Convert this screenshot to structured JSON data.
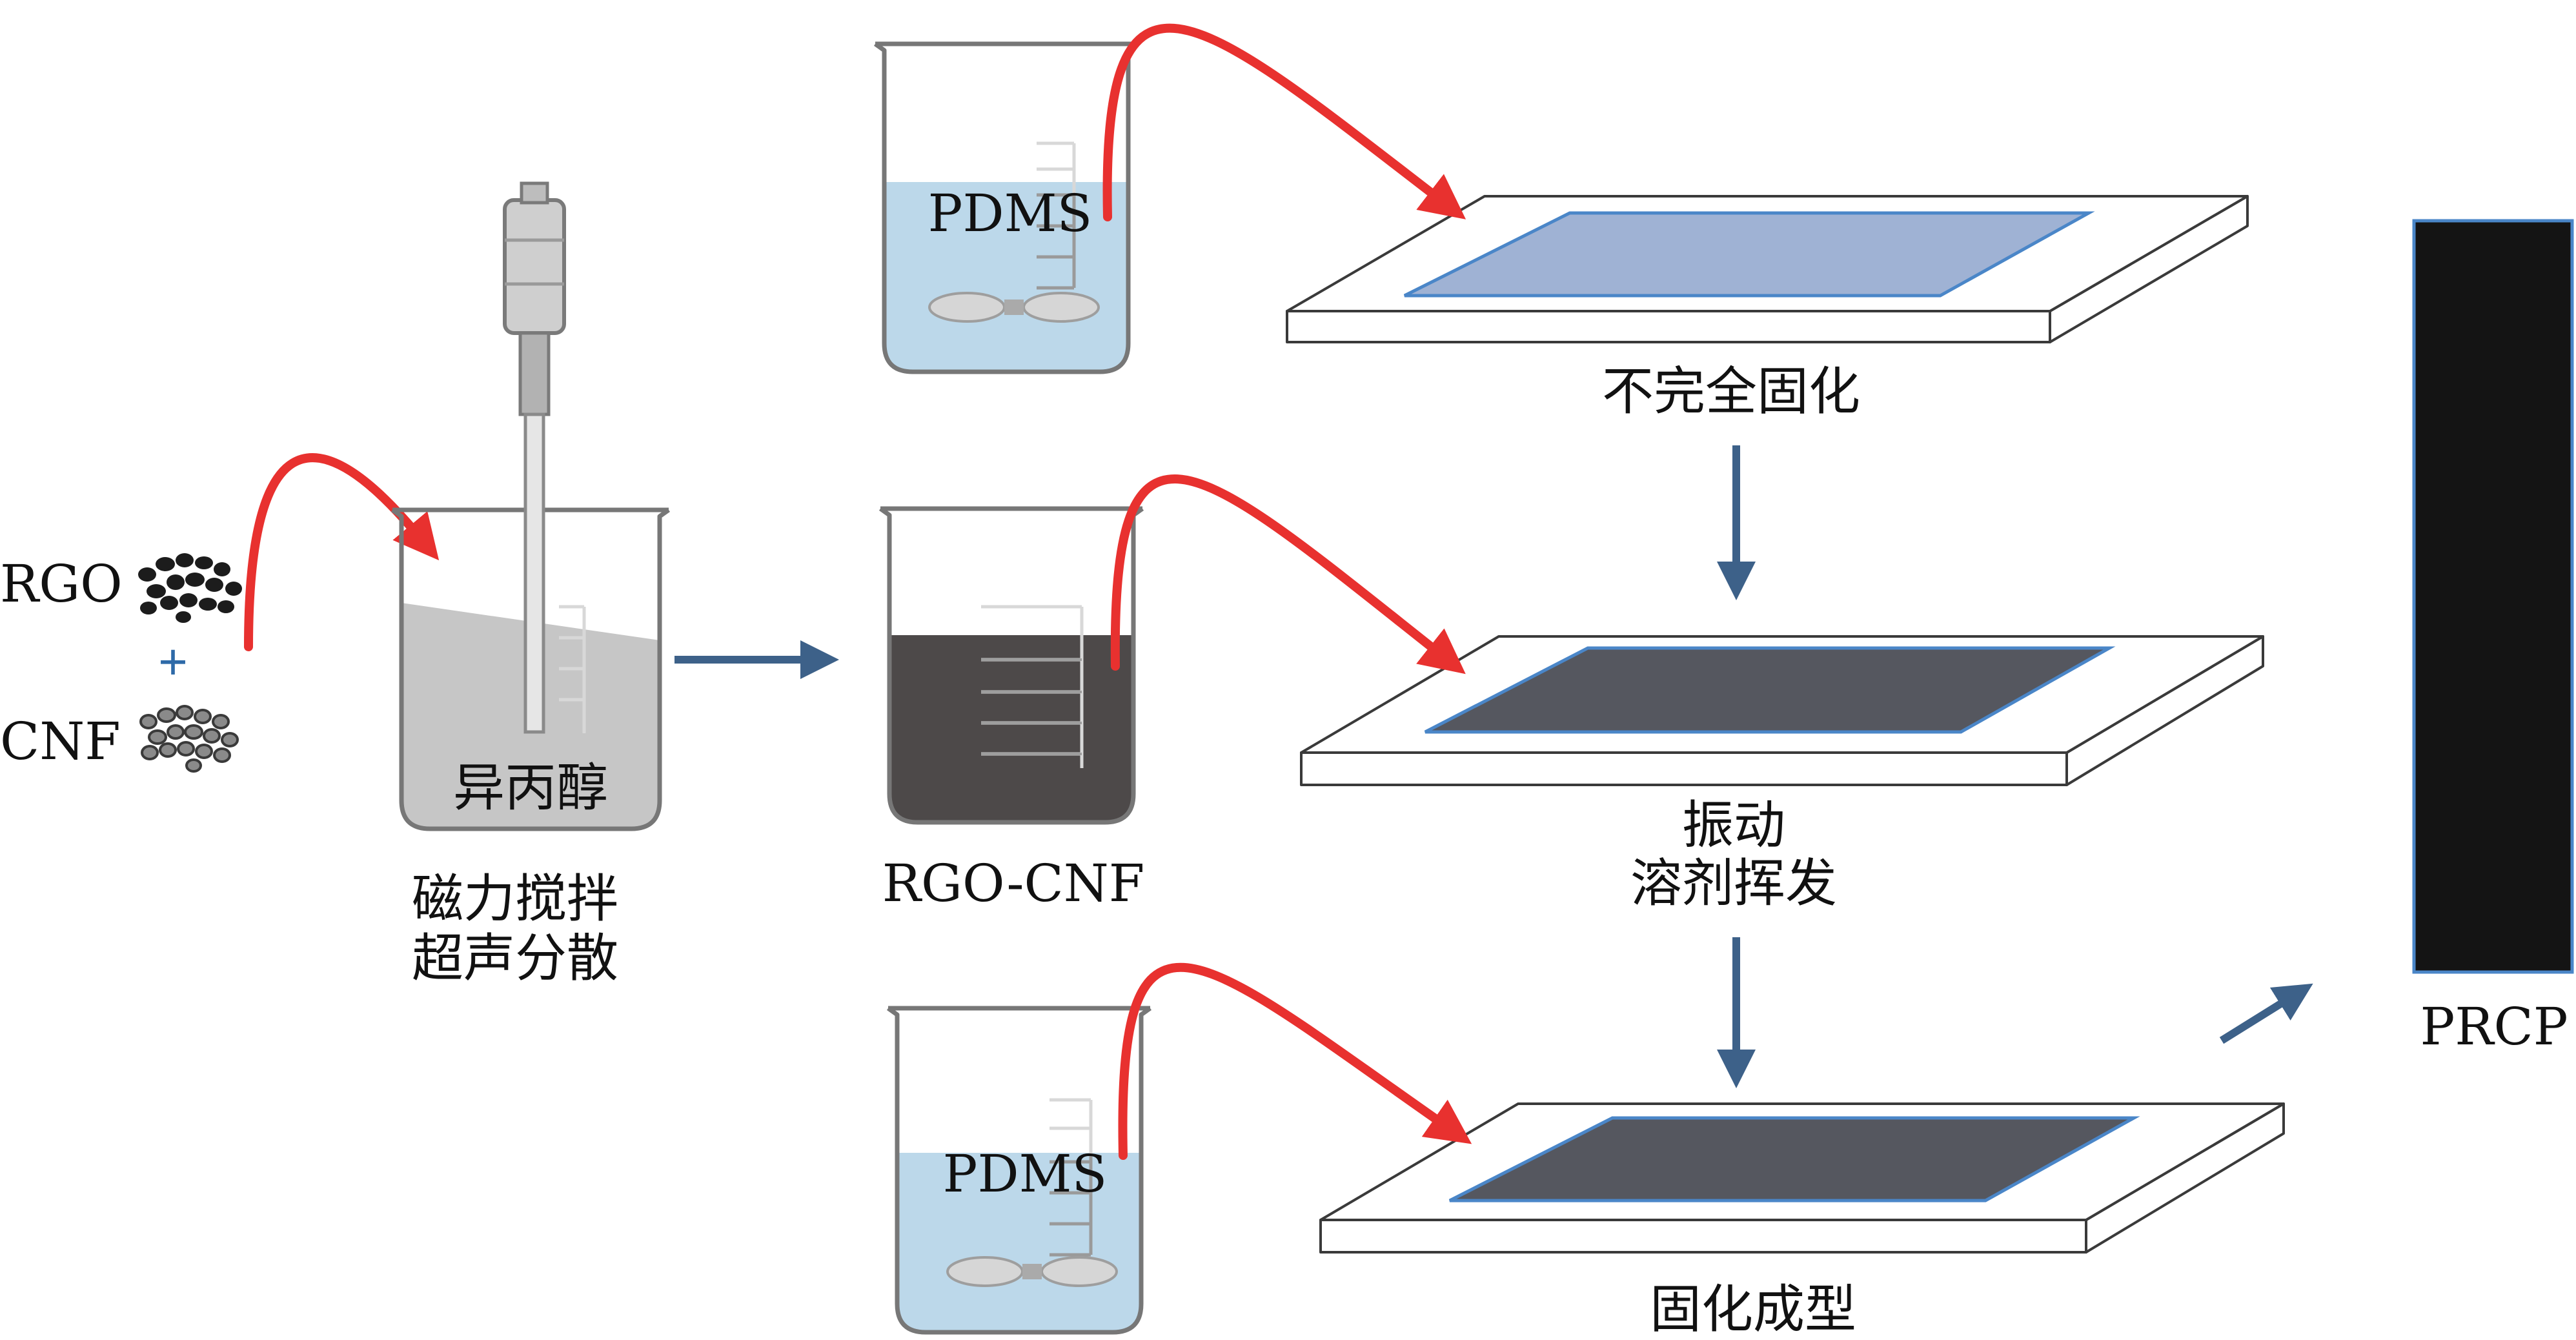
{
  "materials": {
    "rgo": "RGO",
    "plus": "+",
    "cnf": "CNF"
  },
  "beakers": {
    "isopropanol": "异丙醇",
    "pdms_top": "PDMS",
    "rgo_cnf": "RGO-CNF",
    "pdms_bottom": "PDMS"
  },
  "steps": {
    "stir_line1": "磁力搅拌",
    "stir_line2": "超声分散",
    "partial_cure": "不完全固化",
    "vibrate_line1": "振动",
    "vibrate_line2": "溶剂挥发",
    "cure_mold": "固化成型"
  },
  "product": {
    "label": "PRCP"
  },
  "colors": {
    "red_arrow": "#e8312f",
    "blue_arrow": "#3d6189",
    "pdms_liquid": "#bcd8ea",
    "isopropanol_liquid": "#c6c6c6",
    "rgo_cnf_liquid": "#4d4949",
    "film_blue": "#9fb2d4",
    "film_dark": "#55575f",
    "product_black": "#141414",
    "product_edge": "#4a86c8"
  }
}
